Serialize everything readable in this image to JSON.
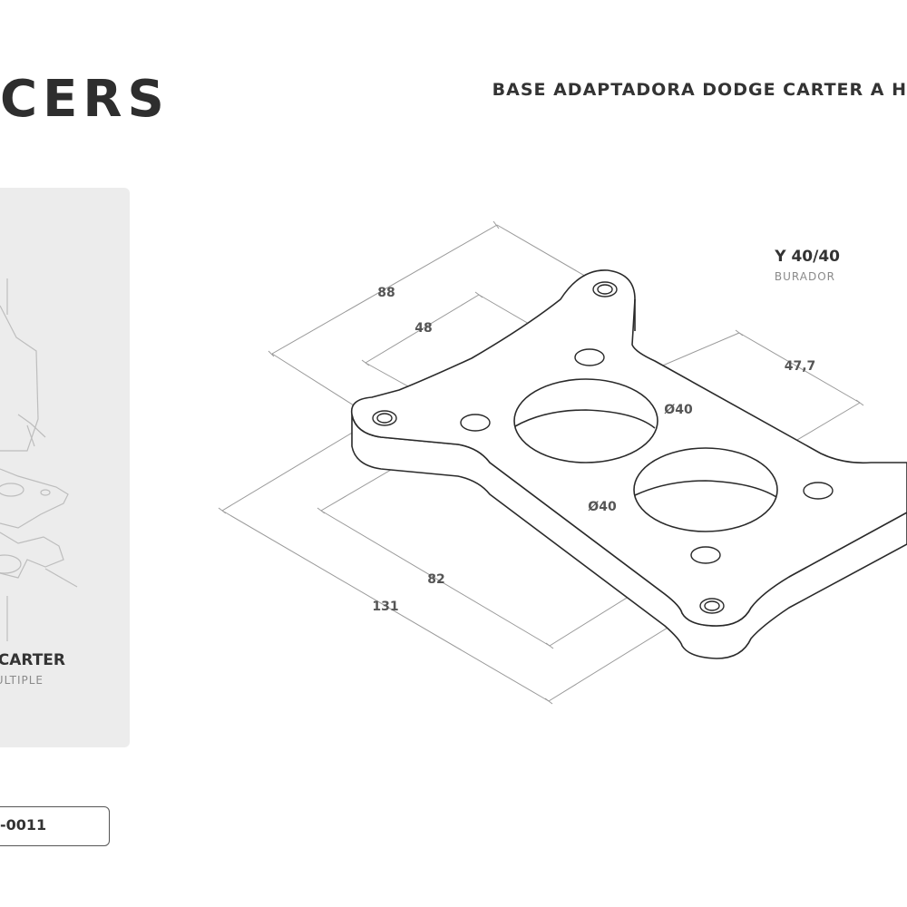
{
  "header": {
    "brand_fragment": "CERS",
    "product_title": "BASE ADAPTADORA DODGE CARTER A H"
  },
  "side_panel": {
    "top_name": "Y 40/40",
    "top_subtitle": "BURADOR",
    "bottom_name": "CARTER",
    "bottom_subtitle": "ULTIPLE"
  },
  "part_code": "-0011",
  "drawing": {
    "dimensions": {
      "overall_length": "88",
      "hole_spacing": "48",
      "bore_offset": "47,7",
      "bore_diameter_top": "Ø40",
      "bore_diameter_bottom": "Ø40",
      "inner_length": "82",
      "overall_width": "131"
    },
    "line_color": "#2a2a2a",
    "dim_color": "#9a9a9a"
  }
}
